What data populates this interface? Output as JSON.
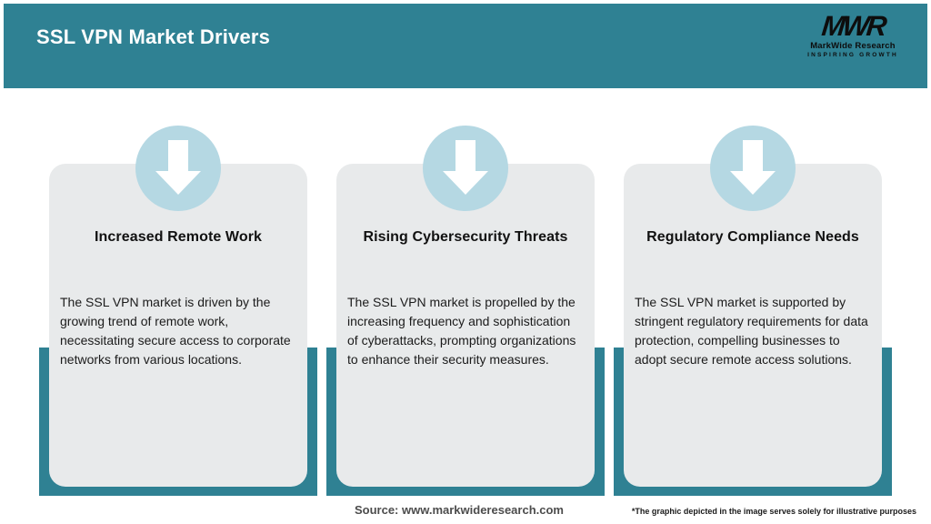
{
  "header": {
    "title": "SSL VPN Market Drivers",
    "logo": {
      "monogram": "MWR",
      "name": "MarkWide Research",
      "tagline": "INSPIRING GROWTH"
    }
  },
  "cards": [
    {
      "icon": "down-arrow-icon",
      "title": "Increased Remote Work",
      "description": "The SSL VPN market is driven by the growing trend of remote work, necessitating secure access to corporate networks from various locations."
    },
    {
      "icon": "down-arrow-icon",
      "title": "Rising Cybersecurity Threats",
      "description": "The SSL VPN market is propelled by the increasing frequency and sophistication of cyberattacks, prompting organizations to enhance their security measures."
    },
    {
      "icon": "down-arrow-icon",
      "title": "Regulatory Compliance Needs",
      "description": "The SSL VPN market is supported by stringent regulatory requirements for data protection, compelling businesses to adopt secure remote access solutions."
    }
  ],
  "footer": {
    "source": "Source: www.markwideresearch.com",
    "disclaimer": "*The graphic depicted in the image serves solely for illustrative purposes"
  },
  "colors": {
    "teal": "#2F8193",
    "card_bg": "#E8EAEB",
    "circle_blue": "#B5D8E3",
    "arrow_white": "#FFFFFF"
  }
}
